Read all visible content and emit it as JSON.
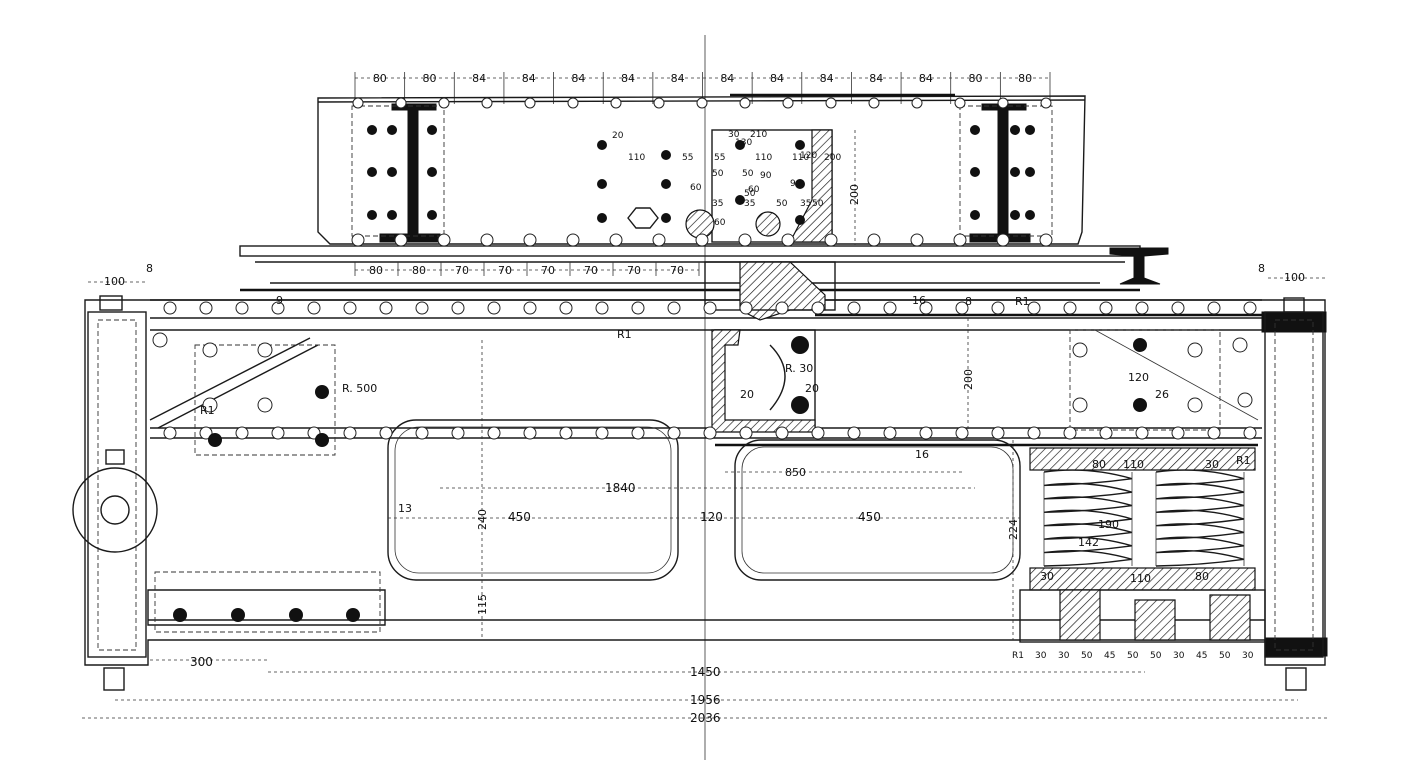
{
  "top_girder": {
    "spacing_top": [
      "80",
      "80",
      "84",
      "84",
      "84",
      "84",
      "84",
      "84",
      "84",
      "84",
      "84",
      "84",
      "80",
      "80"
    ],
    "spacing_bottom": [
      "80",
      "80",
      "70",
      "70",
      "70",
      "70",
      "70",
      "70"
    ],
    "center_block": [
      "20",
      "110",
      "55",
      "55",
      "50",
      "50",
      "35",
      "35",
      "35",
      "50",
      "60",
      "110",
      "90",
      "90",
      "60",
      "50",
      "110",
      "50",
      "60",
      "30",
      "130",
      "210",
      "120",
      "200"
    ]
  },
  "side_frame": {
    "end_width_left": "100",
    "end_width_right": "100",
    "end_gap": "8",
    "pitch_radius": "R. 500",
    "overall_lengths": [
      "1450",
      "1956",
      "2036"
    ],
    "length_300": "300",
    "window_spacing": "1840",
    "window_width_left": "450",
    "window_width_right": "450",
    "window_gap": "120",
    "window_height": "240",
    "window_radius_13": "13",
    "height_115": "115",
    "height_224": "224",
    "bolster_width": "850",
    "bolster_height": "200",
    "hole_r": "R. 30",
    "rivet_20": "20",
    "rivet_16": "16",
    "rivet_8": "8",
    "rivet_9": "9",
    "rivet_26": "26",
    "rivet_r1": "R1",
    "spring_pitch": "190",
    "spring_142": "142",
    "spring_110": "110",
    "spring_30": "30",
    "spring_80": "80",
    "spring_bottom_dims": [
      "R1",
      "30",
      "30",
      "50",
      "45",
      "50",
      "50",
      "30",
      "45",
      "50",
      "30"
    ],
    "dims_120": "120"
  }
}
